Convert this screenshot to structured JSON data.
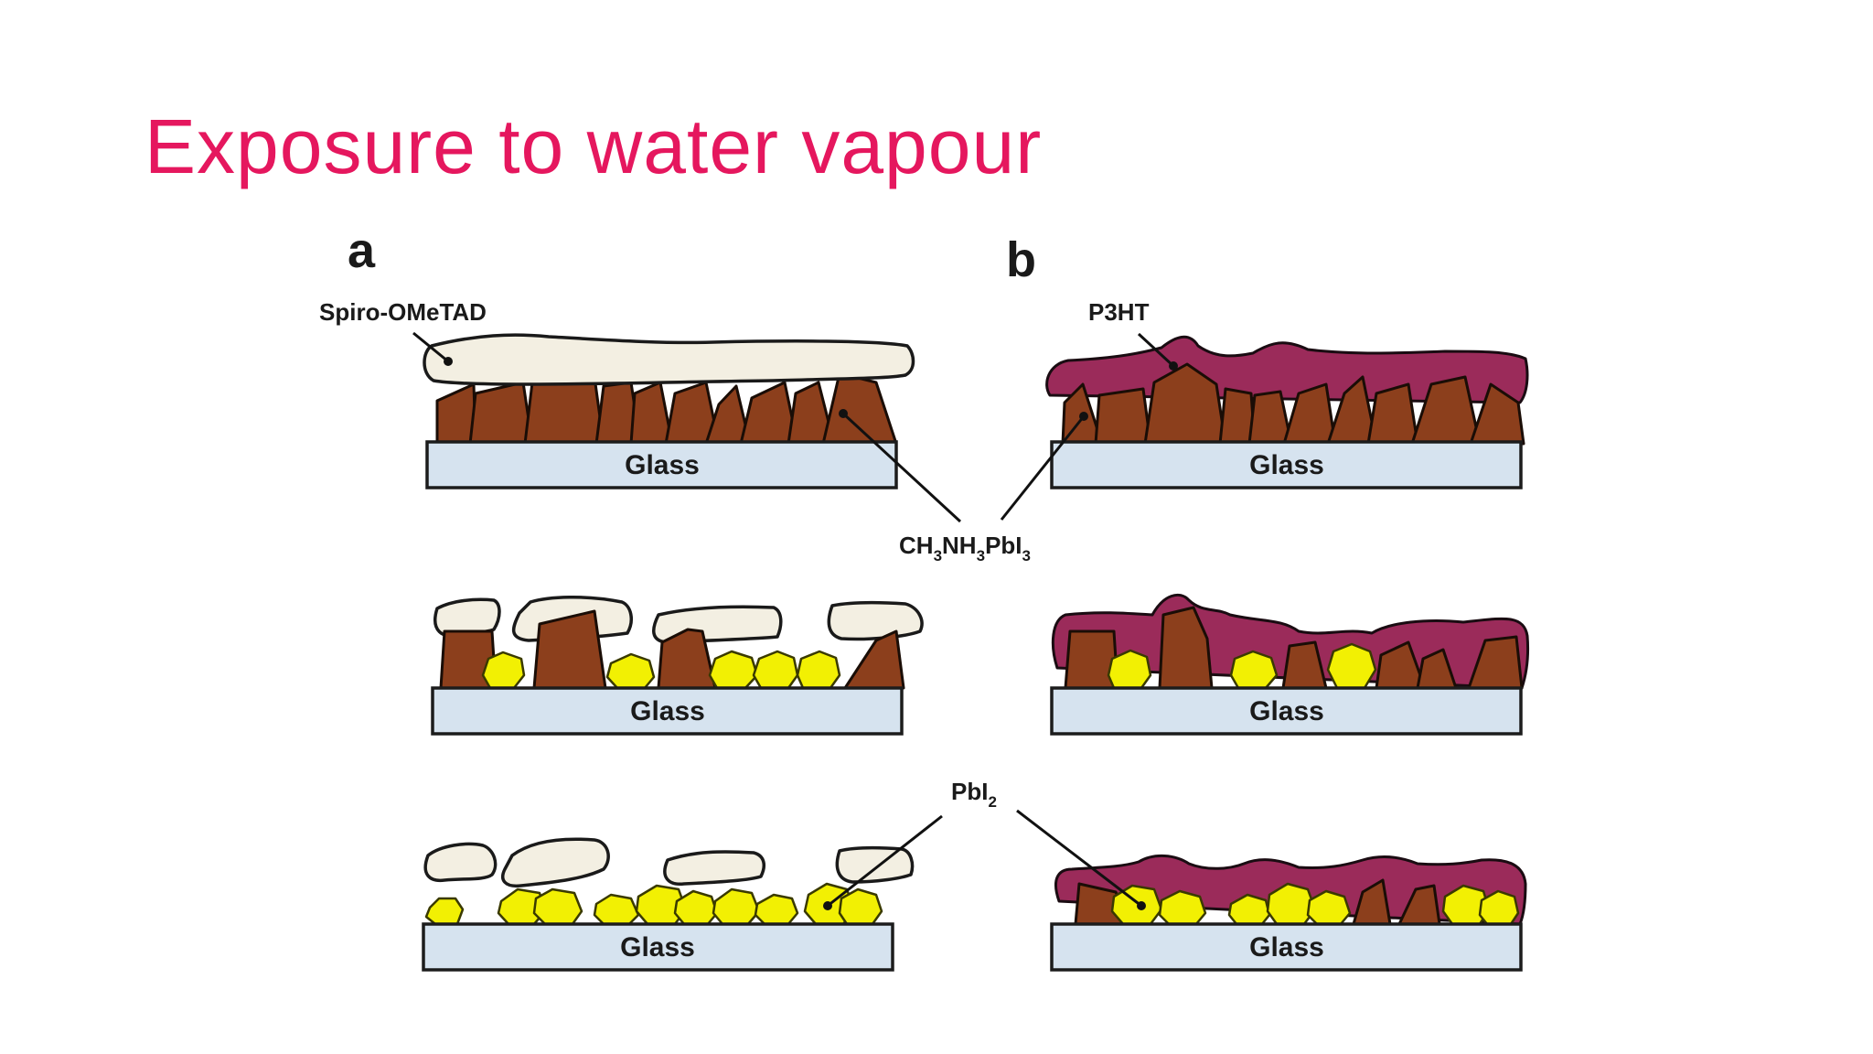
{
  "slide": {
    "title": "Exposure to water vapour"
  },
  "diagram": {
    "panel_a_label": "a",
    "panel_b_label": "b",
    "substrate_label": "Glass",
    "labels": {
      "spiro": "Spiro-OMeTAD",
      "p3ht": "P3HT",
      "perovskite": "CH",
      "perovskite_sub1": "3",
      "perovskite_mid": "NH",
      "perovskite_sub2": "3",
      "perovskite_end": "PbI",
      "perovskite_sub3": "3",
      "pbi2": "PbI",
      "pbi2_sub": "2"
    },
    "colors": {
      "title": "#e5175e",
      "glass": "#d6e3ef",
      "perovskite_crystal": "#8c3f1c",
      "pbi2_crystal": "#f2f003",
      "spiro_layer": "#f3efe2",
      "p3ht_layer": "#9b2b5a"
    }
  }
}
